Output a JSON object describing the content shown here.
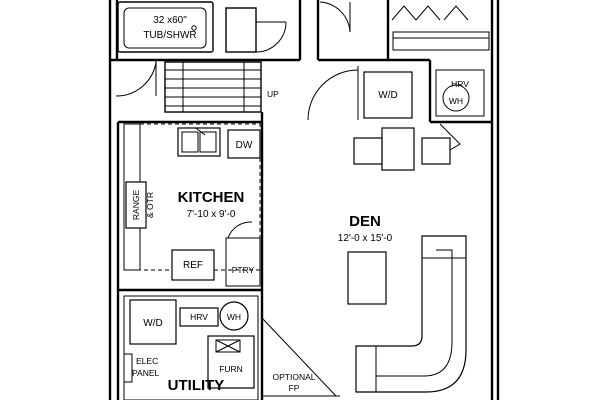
{
  "rooms": {
    "kitchen": {
      "name": "KITCHEN",
      "dims": "7'-10 x 9'-0"
    },
    "den": {
      "name": "DEN",
      "dims": "12'-0 x 15'-0"
    },
    "utility": {
      "name": "UTILITY"
    }
  },
  "fixtures": {
    "tub": {
      "size": "32 x60\"",
      "name": "TUB/SHWR"
    },
    "dw": "DW",
    "range_line1": "RANGE",
    "range_line2": "& OTR",
    "ref": "REF",
    "ptry": "PTRY",
    "wd_upper": "W/D",
    "hrv_upper": "HRV",
    "wh_upper": "WH",
    "wd_lower": "W/D",
    "hrv_lower": "HRV",
    "wh_lower": "WH",
    "elec_line1": "ELEC",
    "elec_line2": "PANEL",
    "furn": "FURN",
    "optional_line1": "OPTIONAL",
    "optional_line2": "FP"
  },
  "annotations": {
    "stair_up": "UP"
  }
}
